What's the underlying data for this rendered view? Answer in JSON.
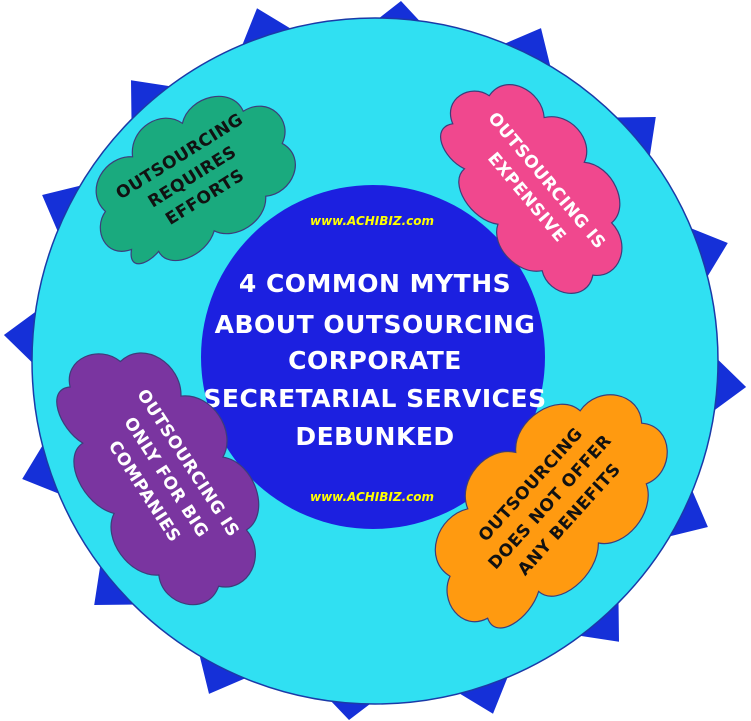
{
  "watermark_top": "www.ACHIBIZ.com",
  "watermark_bottom": "www.ACHIBIZ.com",
  "title_lines": [
    "4 COMMON MYTHS",
    "ABOUT OUTSOURCING",
    "CORPORATE",
    "SECRETARIAL SERVICES",
    "DEBUNKED"
  ],
  "myths": [
    {
      "lines": [
        "OUTSOURCING",
        "REQUIRES",
        "EFFORTS"
      ],
      "color": "#1aaa7e",
      "text_color": "#111111"
    },
    {
      "lines": [
        "OUTSOURCING IS",
        "EXPENSIVE"
      ],
      "color": "#f0488e",
      "text_color": "#ffffff"
    },
    {
      "lines": [
        "OUTSOURCING IS",
        "ONLY FOR BIG",
        "COMPANIES"
      ],
      "color": "#7a35a0",
      "text_color": "#ffffff"
    },
    {
      "lines": [
        "OUTSOURCING",
        "DOES NOT OFFER",
        "ANY BENEFITS"
      ],
      "color": "#ff9a10",
      "text_color": "#111111"
    }
  ],
  "colors": {
    "spikes": "#1530d8",
    "outer_circle": "#30e0f2",
    "inner_circle": "#1c20e0",
    "title_text": "#ffffff",
    "watermark_text": "#ffff00"
  }
}
